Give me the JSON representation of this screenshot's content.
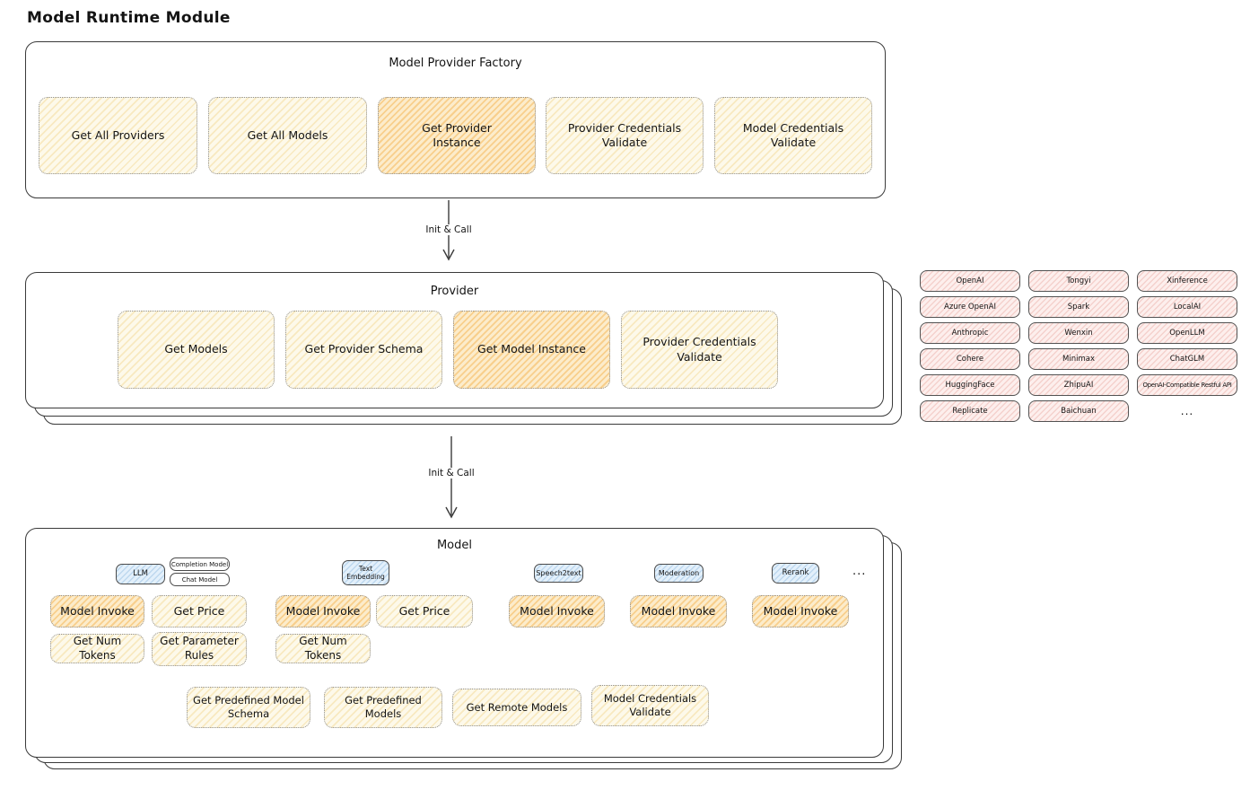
{
  "title": "Model Runtime Module",
  "colors": {
    "cream_bg": "#fdf9ea",
    "cream_hatch": "#f0d282",
    "highlight_bg": "#fceccb",
    "highlight_hatch": "#f3b14e",
    "blue_bg": "#e3f0fb",
    "blue_hatch": "#78aad7",
    "pink_bg": "#fdefed",
    "pink_hatch": "#e18c82",
    "border_dark": "#3a3a3a",
    "text": "#141414"
  },
  "arrows": {
    "init_call_1": "Init & Call",
    "init_call_2": "Init & Call"
  },
  "factory": {
    "title": "Model Provider Factory",
    "buttons": [
      {
        "label": "Get All Providers",
        "highlighted": false
      },
      {
        "label": "Get All Models",
        "highlighted": false
      },
      {
        "label": "Get Provider Instance",
        "highlighted": true
      },
      {
        "label": "Provider Credentials Validate",
        "highlighted": false
      },
      {
        "label": "Model Credentials Validate",
        "highlighted": false
      }
    ]
  },
  "provider": {
    "title": "Provider",
    "buttons": [
      {
        "label": "Get Models",
        "highlighted": false
      },
      {
        "label": "Get Provider Schema",
        "highlighted": false
      },
      {
        "label": "Get Model Instance",
        "highlighted": true
      },
      {
        "label": "Provider Credentials Validate",
        "highlighted": false
      }
    ]
  },
  "providers": {
    "col1": [
      "OpenAI",
      "Azure OpenAI",
      "Anthropic",
      "Cohere",
      "HuggingFace",
      "Replicate"
    ],
    "col2": [
      "Tongyi",
      "Spark",
      "Wenxin",
      "Minimax",
      "ZhipuAI",
      "Baichuan"
    ],
    "col3": [
      "Xinference",
      "LocalAI",
      "OpenLLM",
      "ChatGLM",
      "OpenAI-Compatible Restful API"
    ],
    "more": "..."
  },
  "model": {
    "title": "Model",
    "pills": {
      "llm": "LLM",
      "completion_model": "Completion Model",
      "chat_model": "Chat Model",
      "text_embedding": "Text Embedding",
      "speech2text": "Speech2text",
      "moderation": "Moderation",
      "rerank": "Rerank",
      "more": "..."
    },
    "llm_buttons": [
      "Model Invoke",
      "Get Price",
      "Get Num Tokens",
      "Get Parameter Rules"
    ],
    "embedding_buttons": [
      "Model Invoke",
      "Get Price",
      "Get Num Tokens"
    ],
    "speech2text_buttons": [
      "Model Invoke"
    ],
    "moderation_buttons": [
      "Model Invoke"
    ],
    "rerank_buttons": [
      "Model Invoke"
    ],
    "common_buttons": [
      "Get Predefined Model Schema",
      "Get Predefined Models",
      "Get Remote Models",
      "Model Credentials Validate"
    ]
  }
}
